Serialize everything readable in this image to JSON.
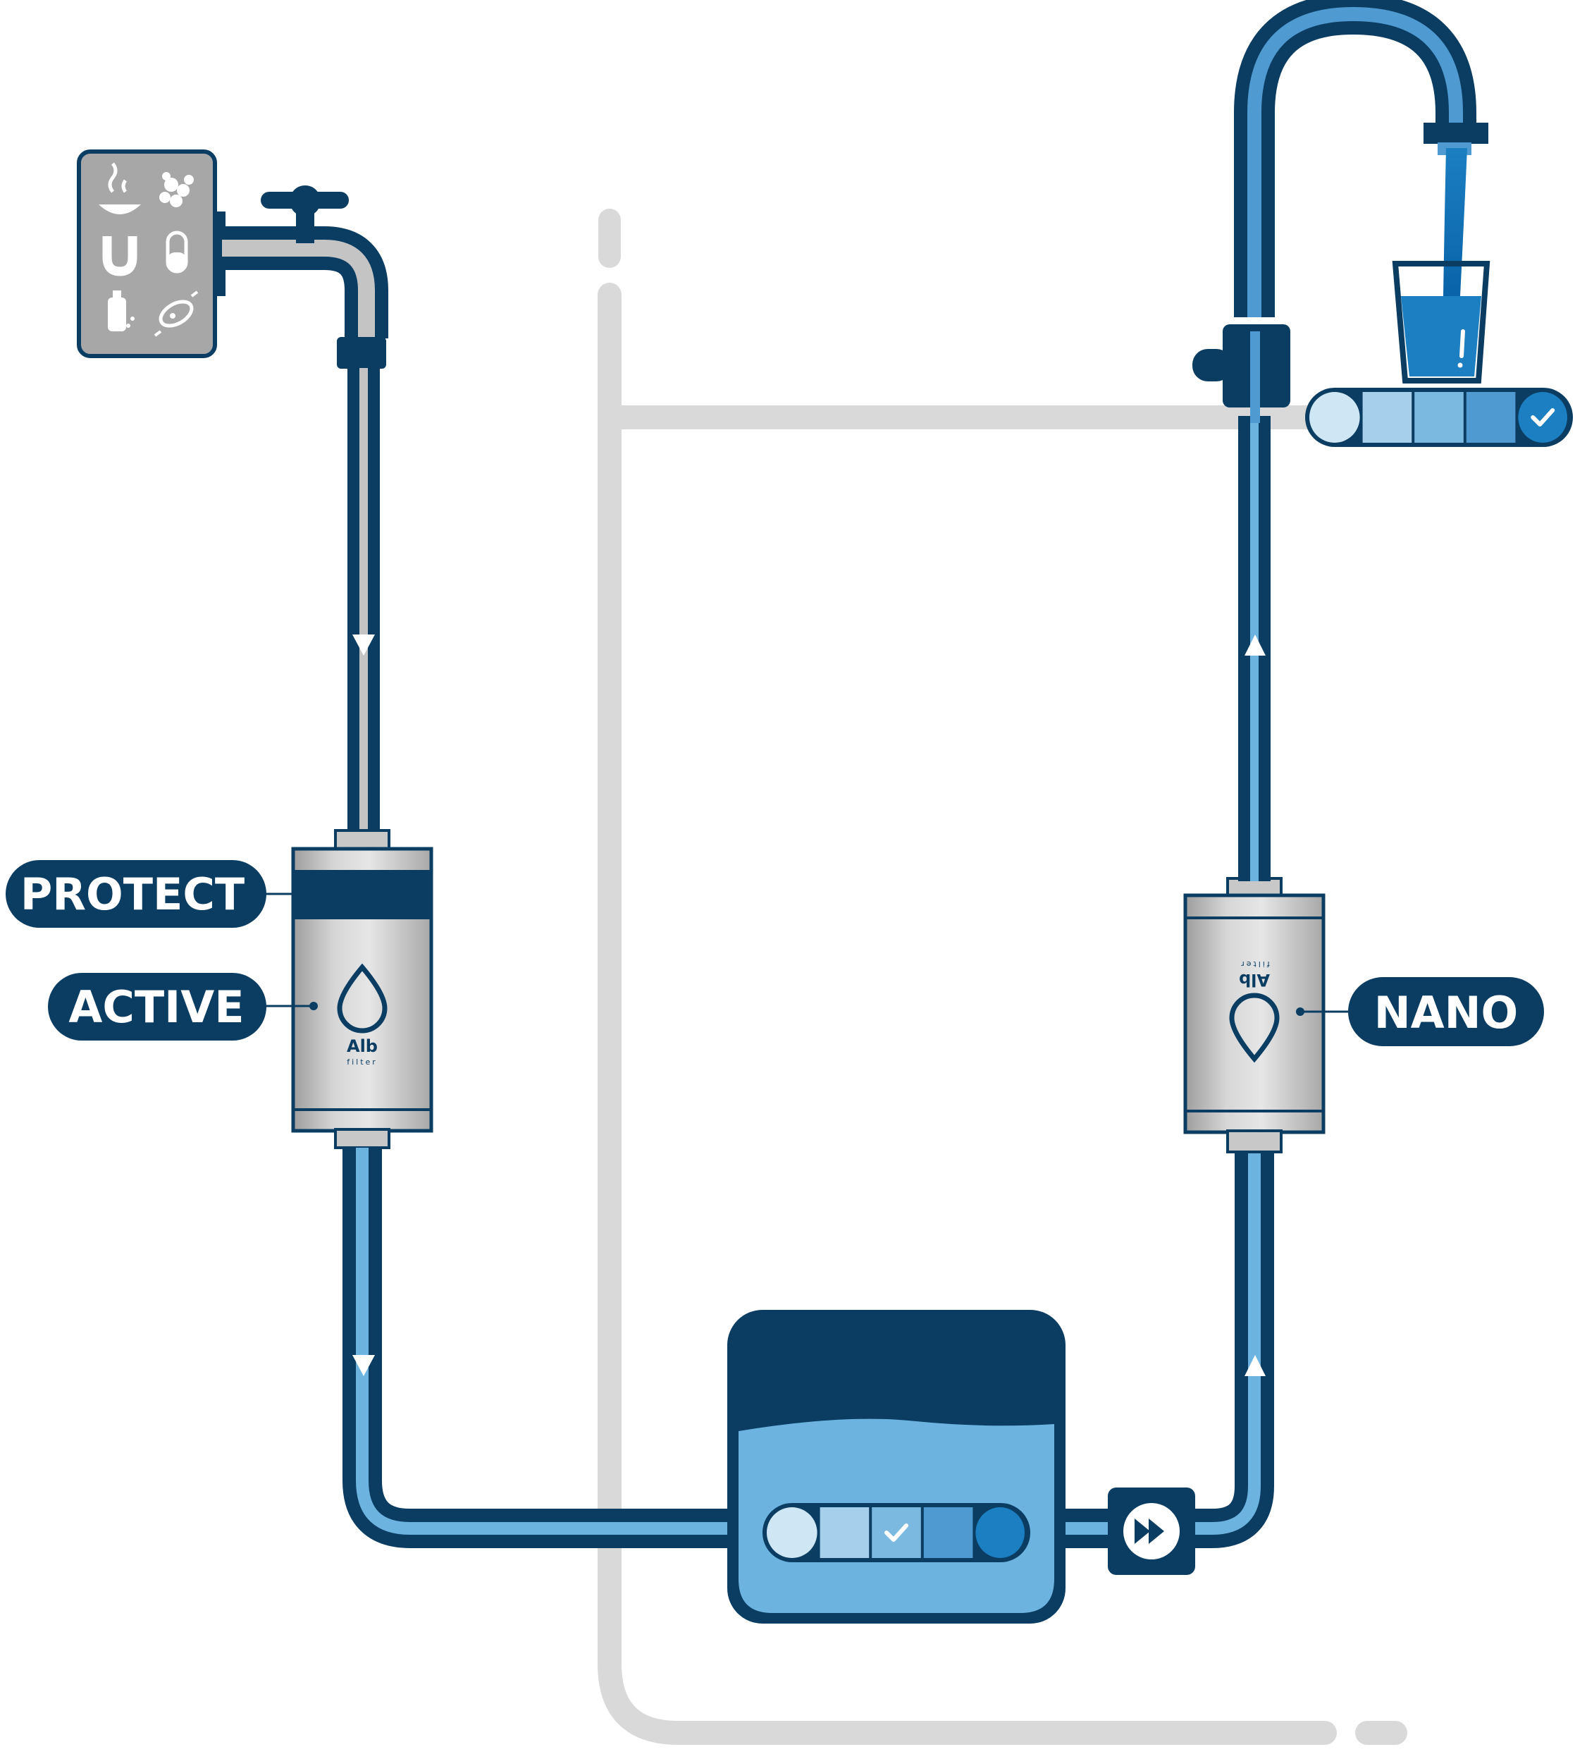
{
  "labels": {
    "protect": "PROTECT",
    "active": "ACTIVE",
    "nano": "NANO"
  },
  "filter_logo": {
    "brand": "Alb",
    "sub": "filter"
  },
  "quality_indicators": {
    "tank_indicator_level": 3,
    "tank_indicator_segments": 5,
    "output_indicator_level": 5,
    "output_indicator_segments": 5
  },
  "contaminant_icons": [
    "chemicals-icon",
    "microbes-icon",
    "magnet-icon",
    "pill-icon",
    "plastic-bottle-icon",
    "bacteria-icon"
  ],
  "colors": {
    "navy": "#0b3d63",
    "mid_blue": "#4f9ad0",
    "light_blue": "#8fc2e6",
    "tank_water": "#6cb3df",
    "grey": "#d7d7d7",
    "silver": "#c8c8c8"
  }
}
